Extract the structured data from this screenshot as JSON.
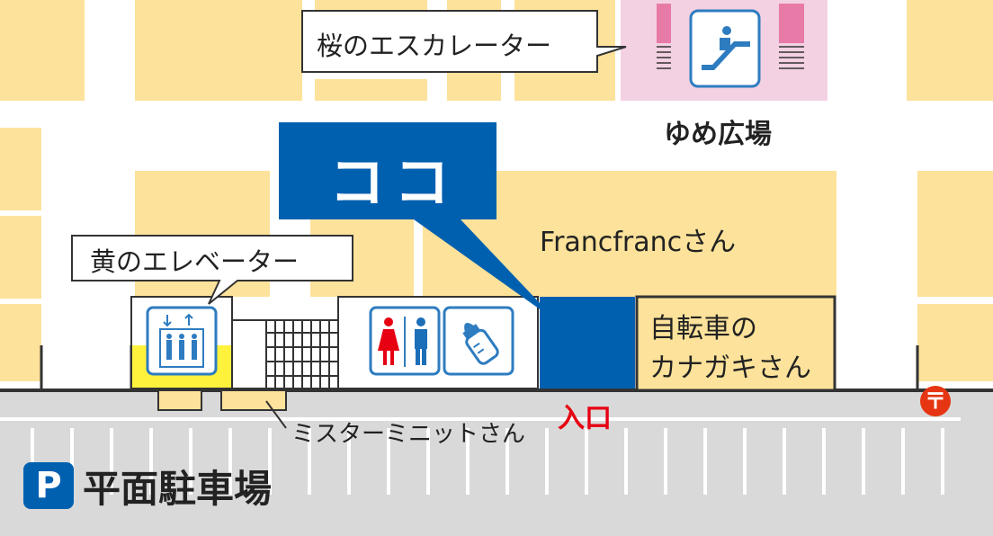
{
  "labels": {
    "escalator": "桜のエスカレーター",
    "elevator": "黄のエレベーター",
    "plaza": "ゆめ広場",
    "here": "ココ",
    "francfranc": "Francfrancさん",
    "bike_shop_line1": "自転車の",
    "bike_shop_line2": "カナガキさん",
    "mister_minit": "ミスターミニットさん",
    "entrance": "入口",
    "parking": "平面駐車場",
    "parking_badge": "P",
    "post_mark": "〒"
  },
  "icons": {
    "escalator": "escalator-icon",
    "elevator": "elevator-icon",
    "restroom": "restroom-icon",
    "nursing": "baby-bottle-icon",
    "parking": "parking-icon",
    "post": "post-office-icon"
  },
  "colors": {
    "store_block": "#FCE29A",
    "walkway": "#FFFFFF",
    "parking_lot": "#D9D9D9",
    "here_marker": "#0060B0",
    "plaza_area": "#F3D1E2",
    "escalator_pink": "#E87AA8",
    "elevator_yellow": "#FFF23C",
    "entrance_text": "#E60012",
    "post_red": "#E53512",
    "icon_blue": "#2E7CC0",
    "female_red": "#E60012",
    "male_blue": "#1B6FB8"
  }
}
